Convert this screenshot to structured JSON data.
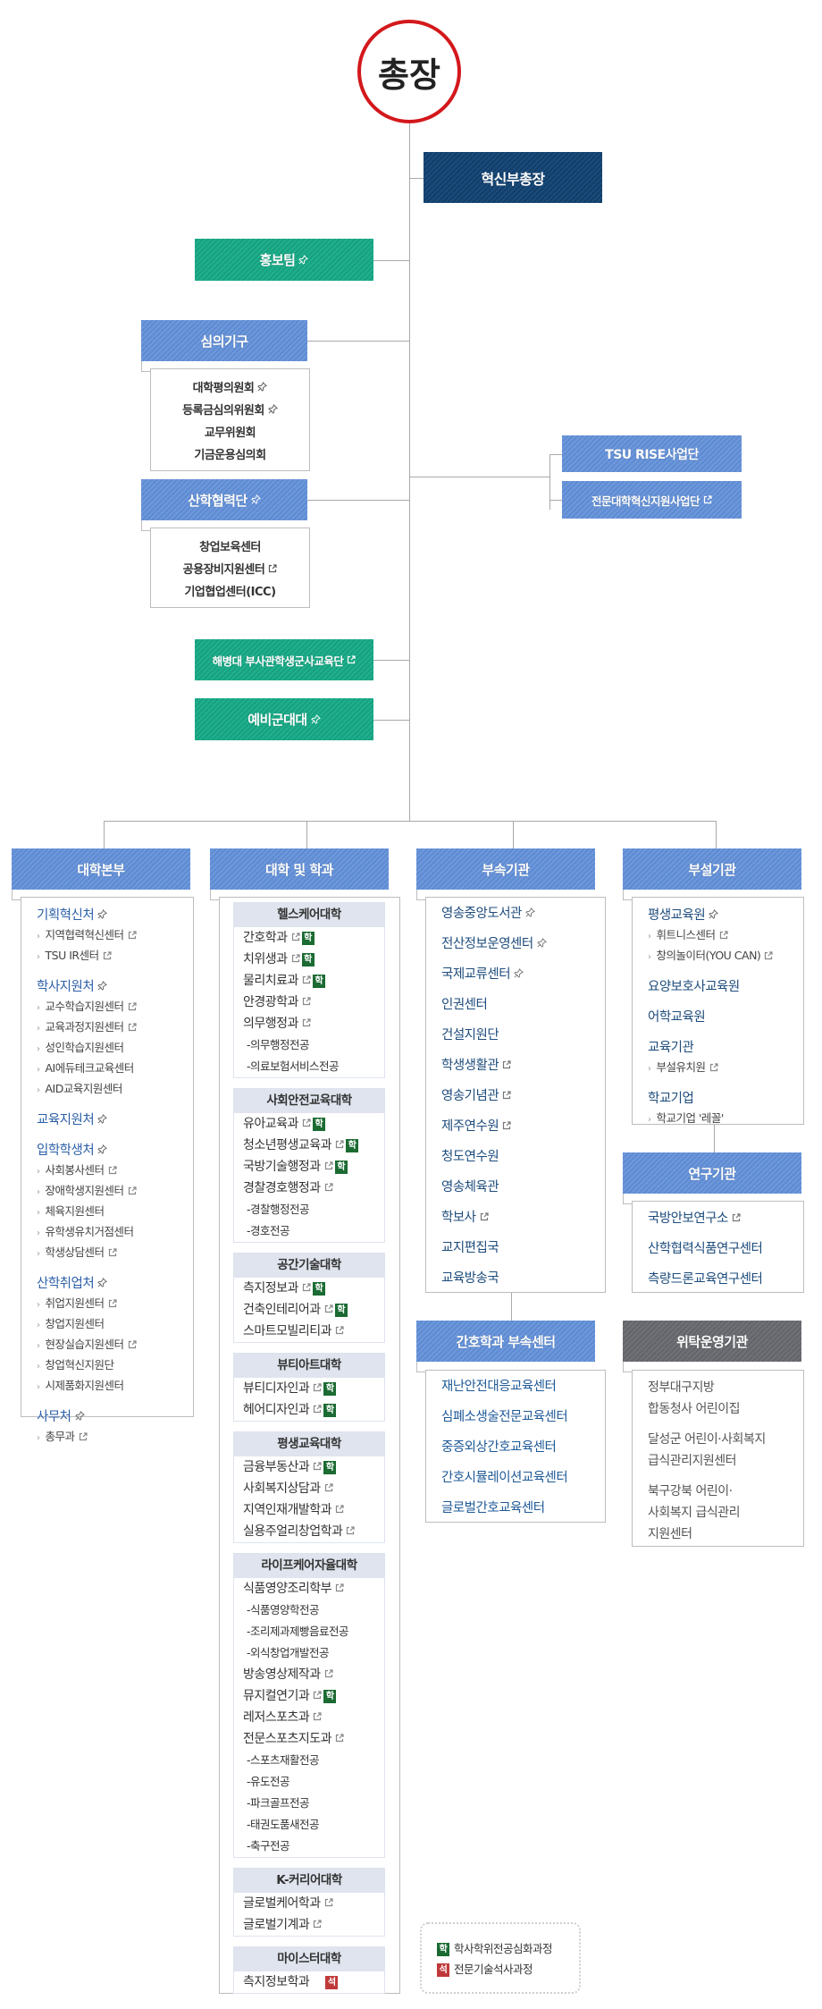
{
  "top": {
    "president": "총장",
    "vice_president": "혁신부총장",
    "pr_team": "홍보팀",
    "council": {
      "label": "심의기구",
      "items": [
        {
          "label": "대학평의원회",
          "icon": "pin"
        },
        {
          "label": "등록금심의위원회",
          "icon": "pin"
        },
        {
          "label": "교무위원회"
        },
        {
          "label": "기금운용심의회"
        }
      ]
    },
    "industry": {
      "label": "산학협력단",
      "items": [
        {
          "label": "창업보육센터"
        },
        {
          "label": "공용장비지원센터",
          "icon": "ext"
        },
        {
          "label": "기업협업센터(ICC)"
        }
      ]
    },
    "marine": "해병대 부사관학생군사교육단",
    "reserve": "예비군대대",
    "rise": "TSU RISE사업단",
    "innovation": "전문대학혁신지원사업단"
  },
  "headquarters": {
    "label": "대학본부",
    "sections": [
      {
        "title": "기획혁신처",
        "icon": "pin",
        "items": [
          {
            "label": "지역협력혁신센터",
            "icon": "ext"
          },
          {
            "label": "TSU IR센터",
            "icon": "ext"
          }
        ]
      },
      {
        "title": "학사지원처",
        "icon": "pin",
        "items": [
          {
            "label": "교수학습지원센터",
            "icon": "ext"
          },
          {
            "label": "교육과정지원센터",
            "icon": "ext"
          },
          {
            "label": "성인학습지원센터"
          },
          {
            "label": "AI에듀테크교육센터"
          },
          {
            "label": "AID교육지원센터"
          }
        ]
      },
      {
        "title": "교육지원처",
        "icon": "pin",
        "items": []
      },
      {
        "title": "입학학생처",
        "icon": "pin",
        "items": [
          {
            "label": "사회봉사센터",
            "icon": "ext"
          },
          {
            "label": "장애학생지원센터",
            "icon": "ext"
          },
          {
            "label": "체육지원센터"
          },
          {
            "label": "유학생유치거점센터"
          },
          {
            "label": "학생상담센터",
            "icon": "ext"
          }
        ]
      },
      {
        "title": "산학취업처",
        "icon": "pin",
        "items": [
          {
            "label": "취업지원센터",
            "icon": "ext"
          },
          {
            "label": "창업지원센터"
          },
          {
            "label": "현장실습지원센터",
            "icon": "ext"
          },
          {
            "label": "창업혁신지원단"
          },
          {
            "label": "시제품화지원센터"
          }
        ]
      },
      {
        "title": "사무처",
        "icon": "pin",
        "items": [
          {
            "label": "총무과",
            "icon": "ext"
          }
        ]
      }
    ]
  },
  "colleges": {
    "label": "대학 및 학과",
    "groups": [
      {
        "title": "헬스케어대학",
        "items": [
          {
            "label": "간호학과",
            "icon": "ext",
            "badge": "hak"
          },
          {
            "label": "치위생과",
            "icon": "ext",
            "badge": "hak"
          },
          {
            "label": "물리치료과",
            "icon": "ext",
            "badge": "hak"
          },
          {
            "label": "안경광학과",
            "icon": "ext"
          },
          {
            "label": "의무행정과",
            "icon": "ext"
          },
          {
            "label": "-의무행정전공",
            "sub": true
          },
          {
            "label": "-의료보험서비스전공",
            "sub": true
          }
        ]
      },
      {
        "title": "사회안전교육대학",
        "items": [
          {
            "label": "유아교육과",
            "icon": "ext",
            "badge": "hak"
          },
          {
            "label": "청소년평생교육과",
            "icon": "ext",
            "badge": "hak"
          },
          {
            "label": "국방기술행정과",
            "icon": "ext",
            "badge": "hak"
          },
          {
            "label": "경찰경호행정과",
            "icon": "ext"
          },
          {
            "label": "-경찰행정전공",
            "sub": true
          },
          {
            "label": "-경호전공",
            "sub": true
          }
        ]
      },
      {
        "title": "공간기술대학",
        "items": [
          {
            "label": "측지정보과",
            "icon": "ext",
            "badge": "hak"
          },
          {
            "label": "건축인테리어과",
            "icon": "ext",
            "badge": "hak"
          },
          {
            "label": "스마트모빌리티과",
            "icon": "ext"
          }
        ]
      },
      {
        "title": "뷰티아트대학",
        "items": [
          {
            "label": "뷰티디자인과",
            "icon": "ext",
            "badge": "hak"
          },
          {
            "label": "헤어디자인과",
            "icon": "ext",
            "badge": "hak"
          }
        ]
      },
      {
        "title": "평생교육대학",
        "items": [
          {
            "label": "금융부동산과",
            "icon": "ext",
            "badge": "hak"
          },
          {
            "label": "사회복지상담과",
            "icon": "ext"
          },
          {
            "label": "지역인재개발학과",
            "icon": "ext"
          },
          {
            "label": "실용주얼리창업학과",
            "icon": "ext"
          }
        ]
      },
      {
        "title": "라이프케어자율대학",
        "items": [
          {
            "label": "식품영양조리학부",
            "icon": "ext"
          },
          {
            "label": "-식품영양학전공",
            "sub": true
          },
          {
            "label": "-조리제과제빵음료전공",
            "sub": true
          },
          {
            "label": "-외식창업개발전공",
            "sub": true
          },
          {
            "label": "방송영상제작과",
            "icon": "ext"
          },
          {
            "label": "뮤지컬연기과",
            "icon": "ext",
            "badge": "hak"
          },
          {
            "label": "레저스포츠과",
            "icon": "ext"
          },
          {
            "label": "전문스포츠지도과",
            "icon": "ext"
          },
          {
            "label": "-스포츠재활전공",
            "sub": true
          },
          {
            "label": "-유도전공",
            "sub": true
          },
          {
            "label": "-파크골프전공",
            "sub": true
          },
          {
            "label": "-태권도품새전공",
            "sub": true
          },
          {
            "label": "-축구전공",
            "sub": true
          }
        ]
      },
      {
        "title": "K-커리어대학",
        "items": [
          {
            "label": "글로벌케어학과",
            "icon": "ext"
          },
          {
            "label": "글로벌기계과",
            "icon": "ext"
          }
        ]
      },
      {
        "title": "마이스터대학",
        "items": [
          {
            "label": "측지정보학과",
            "badge": "seok"
          }
        ]
      }
    ]
  },
  "affiliated": {
    "label": "부속기관",
    "items": [
      {
        "label": "영송중앙도서관",
        "icon": "pin"
      },
      {
        "label": "전산정보운영센터",
        "icon": "pin"
      },
      {
        "label": "국제교류센터",
        "icon": "pin"
      },
      {
        "label": "인권센터"
      },
      {
        "label": "건설지원단"
      },
      {
        "label": "학생생활관",
        "icon": "ext"
      },
      {
        "label": "영송기념관",
        "icon": "ext"
      },
      {
        "label": "제주연수원",
        "icon": "ext"
      },
      {
        "label": "청도연수원"
      },
      {
        "label": "영송체육관"
      },
      {
        "label": "학보사",
        "icon": "ext"
      },
      {
        "label": "교지편집국"
      },
      {
        "label": "교육방송국"
      }
    ]
  },
  "nursing_centers": {
    "label": "간호학과 부속센터",
    "items": [
      {
        "label": "재난안전대응교육센터"
      },
      {
        "label": "심폐소생술전문교육센터"
      },
      {
        "label": "중증외상간호교육센터"
      },
      {
        "label": "간호시뮬레이션교육센터"
      },
      {
        "label": "글로벌간호교육센터"
      }
    ]
  },
  "attached": {
    "label": "부설기관",
    "sections": [
      {
        "title": "평생교육원",
        "icon": "pin",
        "items": [
          {
            "label": "휘트니스센터",
            "icon": "ext"
          },
          {
            "label": "창의놀이터(YOU CAN)",
            "icon": "ext"
          }
        ]
      },
      {
        "title": "요양보호사교육원",
        "items": []
      },
      {
        "title": "어학교육원",
        "items": []
      },
      {
        "title": "교육기관",
        "items": [
          {
            "label": "부설유치원",
            "icon": "ext"
          }
        ]
      },
      {
        "title": "학교기업",
        "items": [
          {
            "label": "학교기업 '레꼴'"
          }
        ]
      }
    ]
  },
  "research": {
    "label": "연구기관",
    "items": [
      {
        "label": "국방안보연구소",
        "icon": "ext"
      },
      {
        "label": "산학협력식품연구센터"
      },
      {
        "label": "측량드론교육연구센터"
      }
    ]
  },
  "consigned": {
    "label": "위탁운영기관",
    "items": [
      {
        "label": "정부대구지방\n합동청사 어린이집"
      },
      {
        "label": "달성군 어린이·사회복지\n급식관리지원센터"
      },
      {
        "label": "북구강북 어린이·\n사회복지 급식관리\n지원센터"
      }
    ]
  },
  "legend": {
    "badges": {
      "hak": "학",
      "seok": "석"
    },
    "items": [
      {
        "badge": "hak",
        "label": "학사학위전공심화과정"
      },
      {
        "badge": "seok",
        "label": "전문기술석사과정"
      }
    ]
  },
  "colors": {
    "navy": "#1a4b7b",
    "green": "#1fb08d",
    "blue": "#5d8bd3",
    "gray": "#6f7176",
    "red": "#d3181c",
    "badge_hak": "#1b6b33",
    "badge_seok": "#c0393a"
  }
}
